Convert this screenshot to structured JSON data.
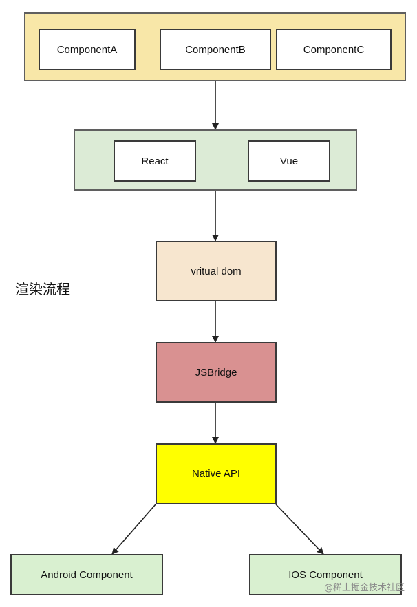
{
  "diagram": {
    "side_label": "渲染流程",
    "watermark": "@稀土掘金技术社区",
    "layers": {
      "components": {
        "fill": "#f8e7a8",
        "items": [
          "ComponentA",
          "ComponentB",
          "ComponentC"
        ]
      },
      "frameworks": {
        "fill": "#dcebd6",
        "items": [
          "React",
          "Vue"
        ]
      },
      "virtual_dom": {
        "label": "vritual dom",
        "fill": "#f7e6cf"
      },
      "jsbridge": {
        "label": "JSBridge",
        "fill": "#d99191"
      },
      "native_api": {
        "label": "Native API",
        "fill": "#ffff00"
      },
      "platforms": {
        "fill": "#d9f0d0",
        "items": [
          "Android Component",
          "IOS Component"
        ]
      }
    },
    "edges": [
      {
        "from": "components",
        "to": "frameworks"
      },
      {
        "from": "frameworks",
        "to": "virtual_dom"
      },
      {
        "from": "virtual_dom",
        "to": "jsbridge"
      },
      {
        "from": "jsbridge",
        "to": "native_api"
      },
      {
        "from": "native_api",
        "to": "Android Component"
      },
      {
        "from": "native_api",
        "to": "IOS Component"
      }
    ]
  }
}
